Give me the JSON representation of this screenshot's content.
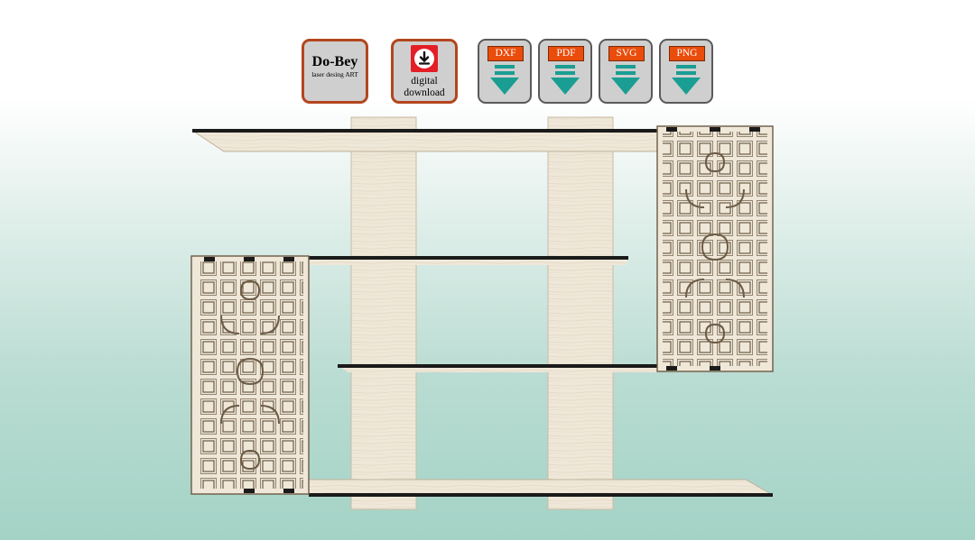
{
  "brand": {
    "name": "Do-Bey",
    "tagline": "laser desing ART"
  },
  "download": {
    "line1": "digital",
    "line2": "download",
    "icon": "download-arrow-icon"
  },
  "formats": [
    {
      "label": "DXF"
    },
    {
      "label": "PDF"
    },
    {
      "label": "SVG"
    },
    {
      "label": "PNG"
    }
  ],
  "colors": {
    "wood": "#efe7d8",
    "shelf_edge": "#1a1a1a",
    "accent_red": "#e41e26",
    "badge_border": "#b3461e",
    "format_label": "#ea4c0c",
    "teal_arrow": "#1a9e93"
  }
}
